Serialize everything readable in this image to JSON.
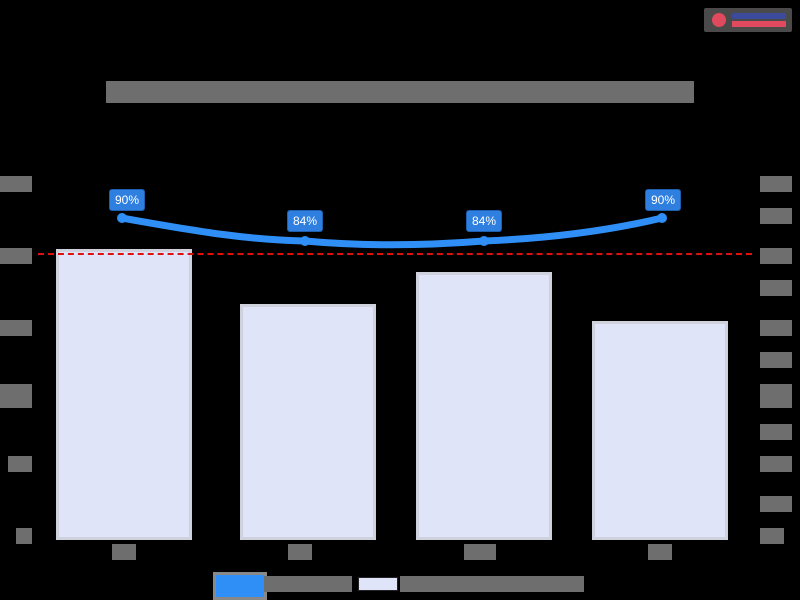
{
  "title": "",
  "logo": {
    "name": "logo"
  },
  "legend": [
    {
      "label": "",
      "color": "#2f8ff7",
      "type": "line"
    },
    {
      "label": "",
      "color": "#e0e4f8",
      "type": "bar"
    }
  ],
  "data_labels": [
    "90%",
    "84%",
    "84%",
    "90%"
  ],
  "chart_data": {
    "type": "bar",
    "title": "",
    "categories": [
      "",
      "",
      "",
      ""
    ],
    "series": [
      {
        "name": "",
        "type": "bar",
        "axis": "left",
        "color": "#e0e4f8",
        "values": [
          81,
          66,
          75,
          61
        ]
      },
      {
        "name": "",
        "type": "line",
        "axis": "right",
        "color": "#2f8ff7",
        "values": [
          90,
          84,
          84,
          90
        ],
        "labels": [
          "90%",
          "84%",
          "84%",
          "90%"
        ]
      }
    ],
    "reference_line": {
      "axis": "left",
      "value": 80,
      "color": "#e01010",
      "style": "dashed"
    },
    "ylim": [
      0,
      100
    ],
    "y2lim": [
      0,
      100
    ],
    "y2_format": "percent",
    "xlabel": "",
    "ylabel": "",
    "y2label": "",
    "grid": false,
    "legend_position": "bottom"
  }
}
